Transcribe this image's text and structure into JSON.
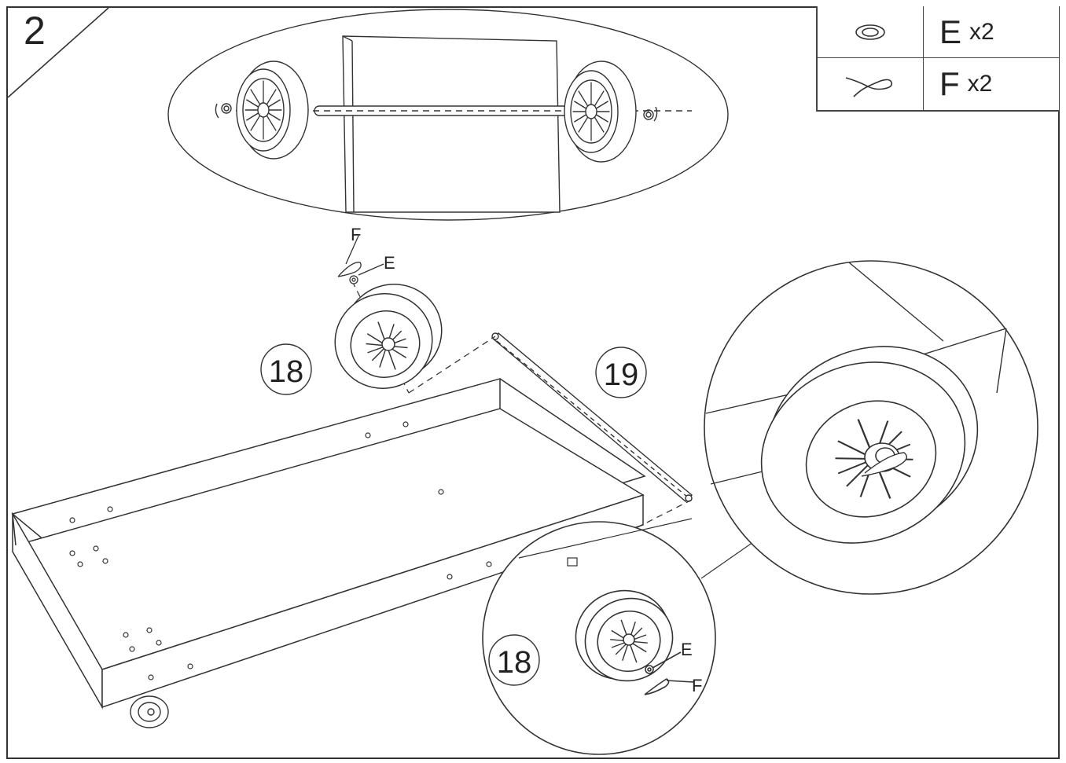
{
  "step": "2",
  "parts": [
    {
      "icon": "washer-icon",
      "letter": "E",
      "qty": "x2"
    },
    {
      "icon": "cotter-pin-icon",
      "letter": "F",
      "qty": "x2"
    }
  ],
  "callouts": {
    "wheel_top": "18",
    "axle": "19",
    "wheel_bottom": "18",
    "pin_top": "F",
    "washer_top": "E",
    "washer_bottom": "E",
    "pin_bottom": "F"
  },
  "colors": {
    "line": "#333333",
    "background": "#ffffff"
  }
}
